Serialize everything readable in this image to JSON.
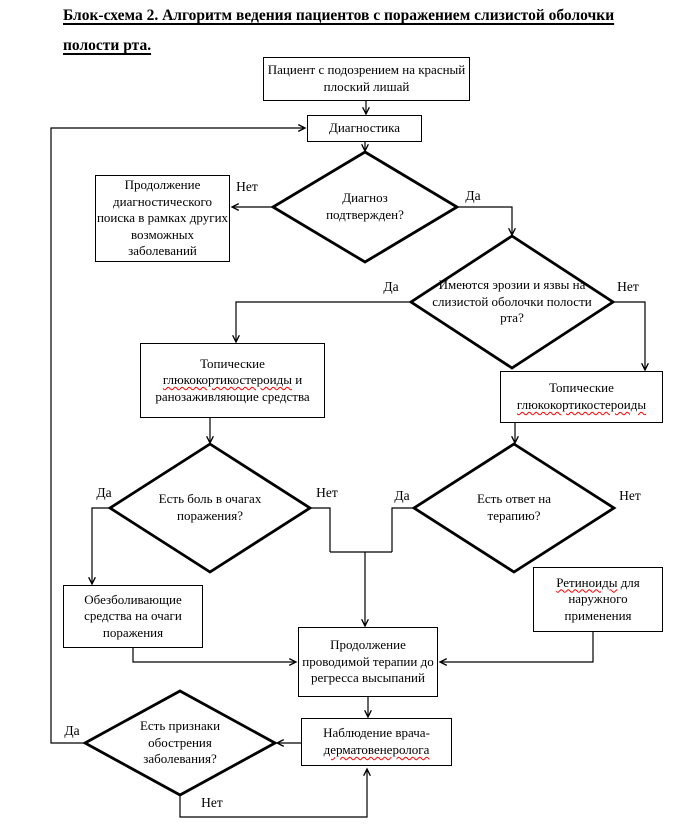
{
  "page_title": {
    "line1": "Блок-схема 2. Алгоритм ведения пациентов с поражением слизистой оболочки",
    "line2": "полости рта."
  },
  "decision_labels": {
    "yes": "Да",
    "no": "Нет"
  },
  "nodes": {
    "start": "Пациент с подозрением на красный плоский лишай",
    "diagnostics": "Диагностика",
    "diagnosis_confirmed": "Диагноз подтвержден?",
    "continue_search": "Продолжение диагностического поиска в рамках других возможных заболеваний",
    "erosions_ulcers": "Имеются эрозии и язвы на слизистой оболочки полости рта?",
    "topical_combo": {
      "pre": "Топические ",
      "misspelled": "глюкокортикостероиды",
      "post": " и ранозаживляющие средства"
    },
    "topical_gcs": {
      "pre": "Топические ",
      "misspelled": "глюкокортикостероиды"
    },
    "pain_in_lesions": "Есть боль в очагах поражения?",
    "therapy_response": "Есть ответ на терапию?",
    "analgesics": "Обезболивающие средства на очаги поражения",
    "retinoids": {
      "misspelled": "Ретиноиды",
      "post": " для наружного применения"
    },
    "continue_therapy": "Продолжение проводимой терапии до регресса высыпаний",
    "observation": {
      "pre": "Наблюдение врача-",
      "misspelled": "дерматовенеролога"
    },
    "exacerbation_signs": "Есть признаки обострения заболевания?"
  },
  "colors": {
    "line": "#000000",
    "misspell_underline": "#ff0000",
    "background": "#ffffff"
  }
}
